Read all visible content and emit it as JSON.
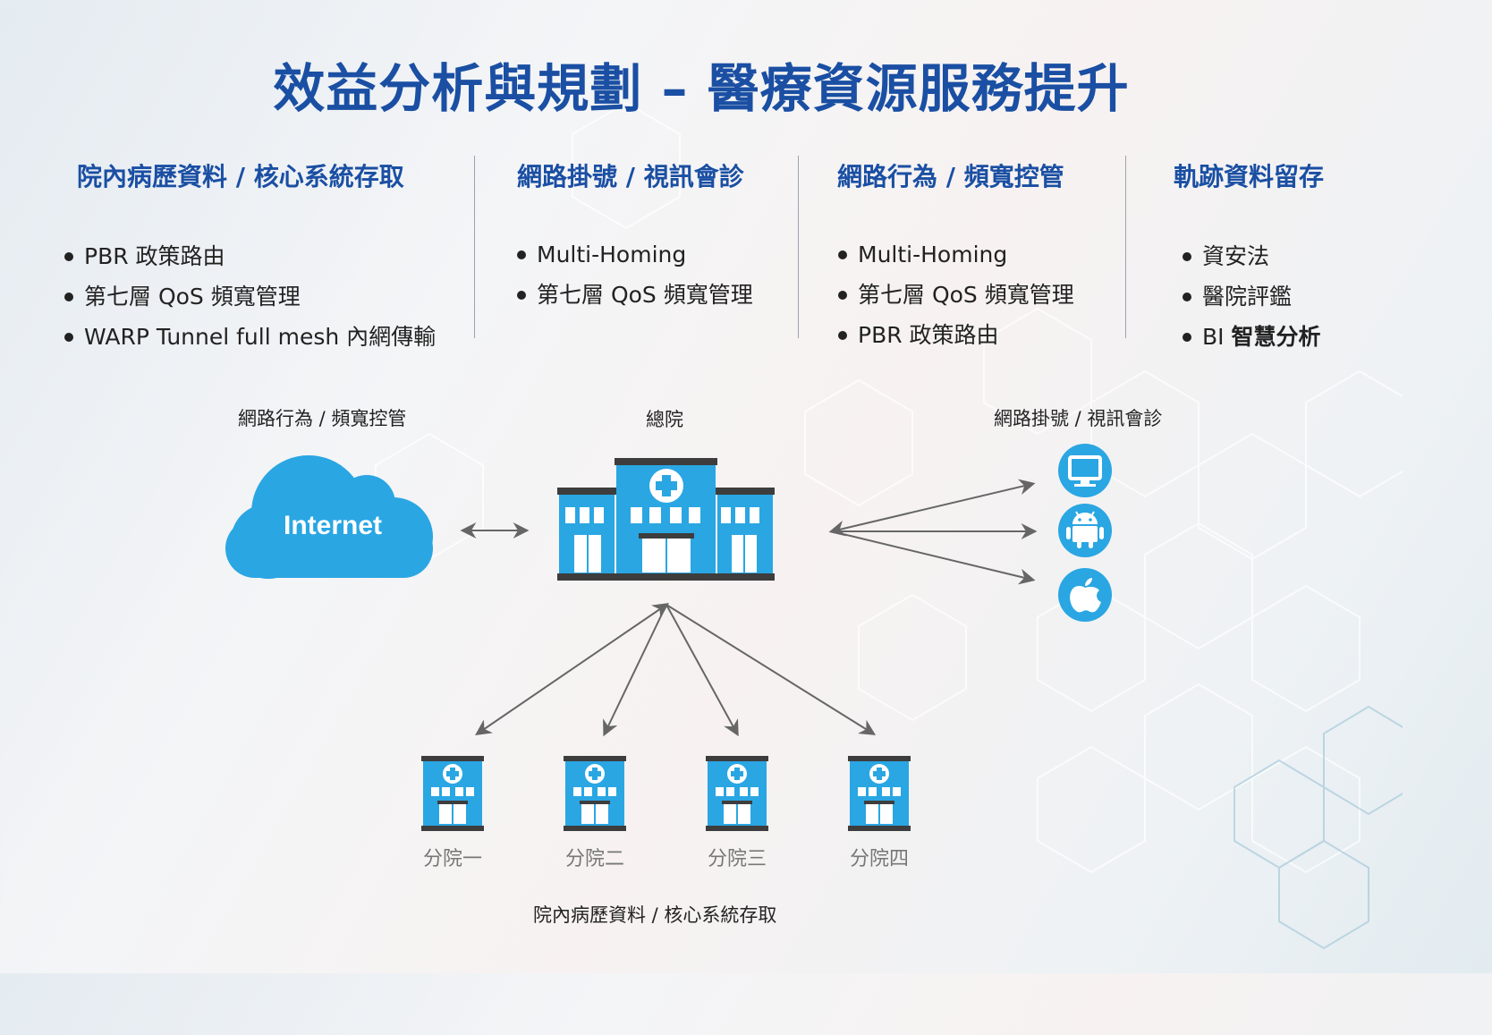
{
  "title": "效益分析與規劃 – 醫療資源服務提升",
  "columns": [
    {
      "heading": "院內病歷資料 / 核心系統存取",
      "items": [
        "PBR 政策路由",
        "第七層 QoS 頻寬管理",
        "WARP Tunnel full mesh 內網傳輸"
      ]
    },
    {
      "heading": "網路掛號 / 視訊會診",
      "items": [
        "Multi-Homing",
        "第七層 QoS 頻寬管理"
      ]
    },
    {
      "heading": "網路行為 / 頻寬控管",
      "items": [
        "Multi-Homing",
        "第七層 QoS 頻寬管理",
        "PBR 政策路由"
      ]
    },
    {
      "heading": "軌跡資料留存",
      "items": [
        "資安法",
        "醫院評鑑"
      ],
      "last_item_prefix": "BI ",
      "last_item_bold": "智慧分析"
    }
  ],
  "diagram": {
    "label_internet_side": "網路行為 / 頻寬控管",
    "label_hq": "總院",
    "label_devices_side": "網路掛號 / 視訊會診",
    "cloud_text": "Internet",
    "devices": [
      "monitor-icon",
      "android-icon",
      "apple-icon"
    ],
    "branches": [
      "分院一",
      "分院二",
      "分院三",
      "分院四"
    ],
    "label_bottom": "院內病歷資料 / 核心系統存取"
  },
  "colors": {
    "title": "#1a4fa3",
    "accent_blue": "#2aa6e3",
    "dark_gray": "#3d3d3d",
    "arrow": "#666666"
  }
}
